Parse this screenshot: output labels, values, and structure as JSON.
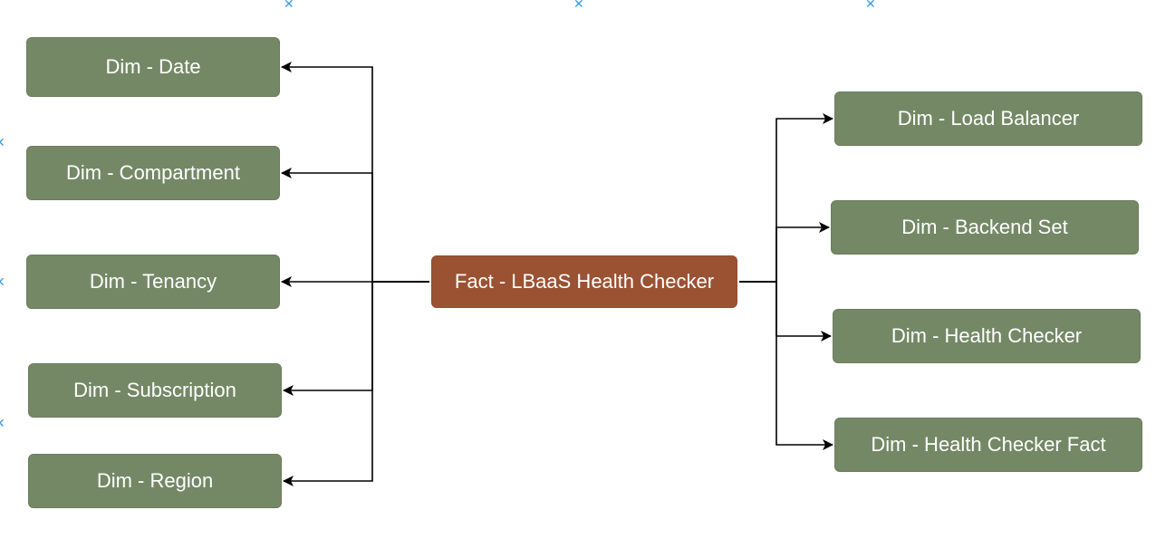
{
  "colors": {
    "dim_fill": "#748866",
    "fact_fill": "#9a5233",
    "connector": "#000000",
    "guide_marker": "#3a9de0"
  },
  "fact": {
    "id": "fact",
    "label": "Fact - LBaaS Health Checker"
  },
  "left_dims": [
    {
      "id": "date",
      "label": "Dim - Date"
    },
    {
      "id": "compartment",
      "label": "Dim - Compartment"
    },
    {
      "id": "tenancy",
      "label": "Dim - Tenancy"
    },
    {
      "id": "subscription",
      "label": "Dim - Subscription"
    },
    {
      "id": "region",
      "label": "Dim - Region"
    }
  ],
  "right_dims": [
    {
      "id": "load-balancer",
      "label": "Dim - Load Balancer"
    },
    {
      "id": "backend-set",
      "label": "Dim - Backend Set"
    },
    {
      "id": "health-checker",
      "label": "Dim - Health Checker"
    },
    {
      "id": "health-checker-fact",
      "label": "Dim - Health Checker Fact"
    }
  ],
  "edges": [
    {
      "from": "fact",
      "to": "date"
    },
    {
      "from": "fact",
      "to": "compartment"
    },
    {
      "from": "fact",
      "to": "tenancy"
    },
    {
      "from": "fact",
      "to": "subscription"
    },
    {
      "from": "fact",
      "to": "region"
    },
    {
      "from": "fact",
      "to": "load-balancer"
    },
    {
      "from": "fact",
      "to": "backend-set"
    },
    {
      "from": "fact",
      "to": "health-checker"
    },
    {
      "from": "fact",
      "to": "health-checker-fact"
    }
  ]
}
